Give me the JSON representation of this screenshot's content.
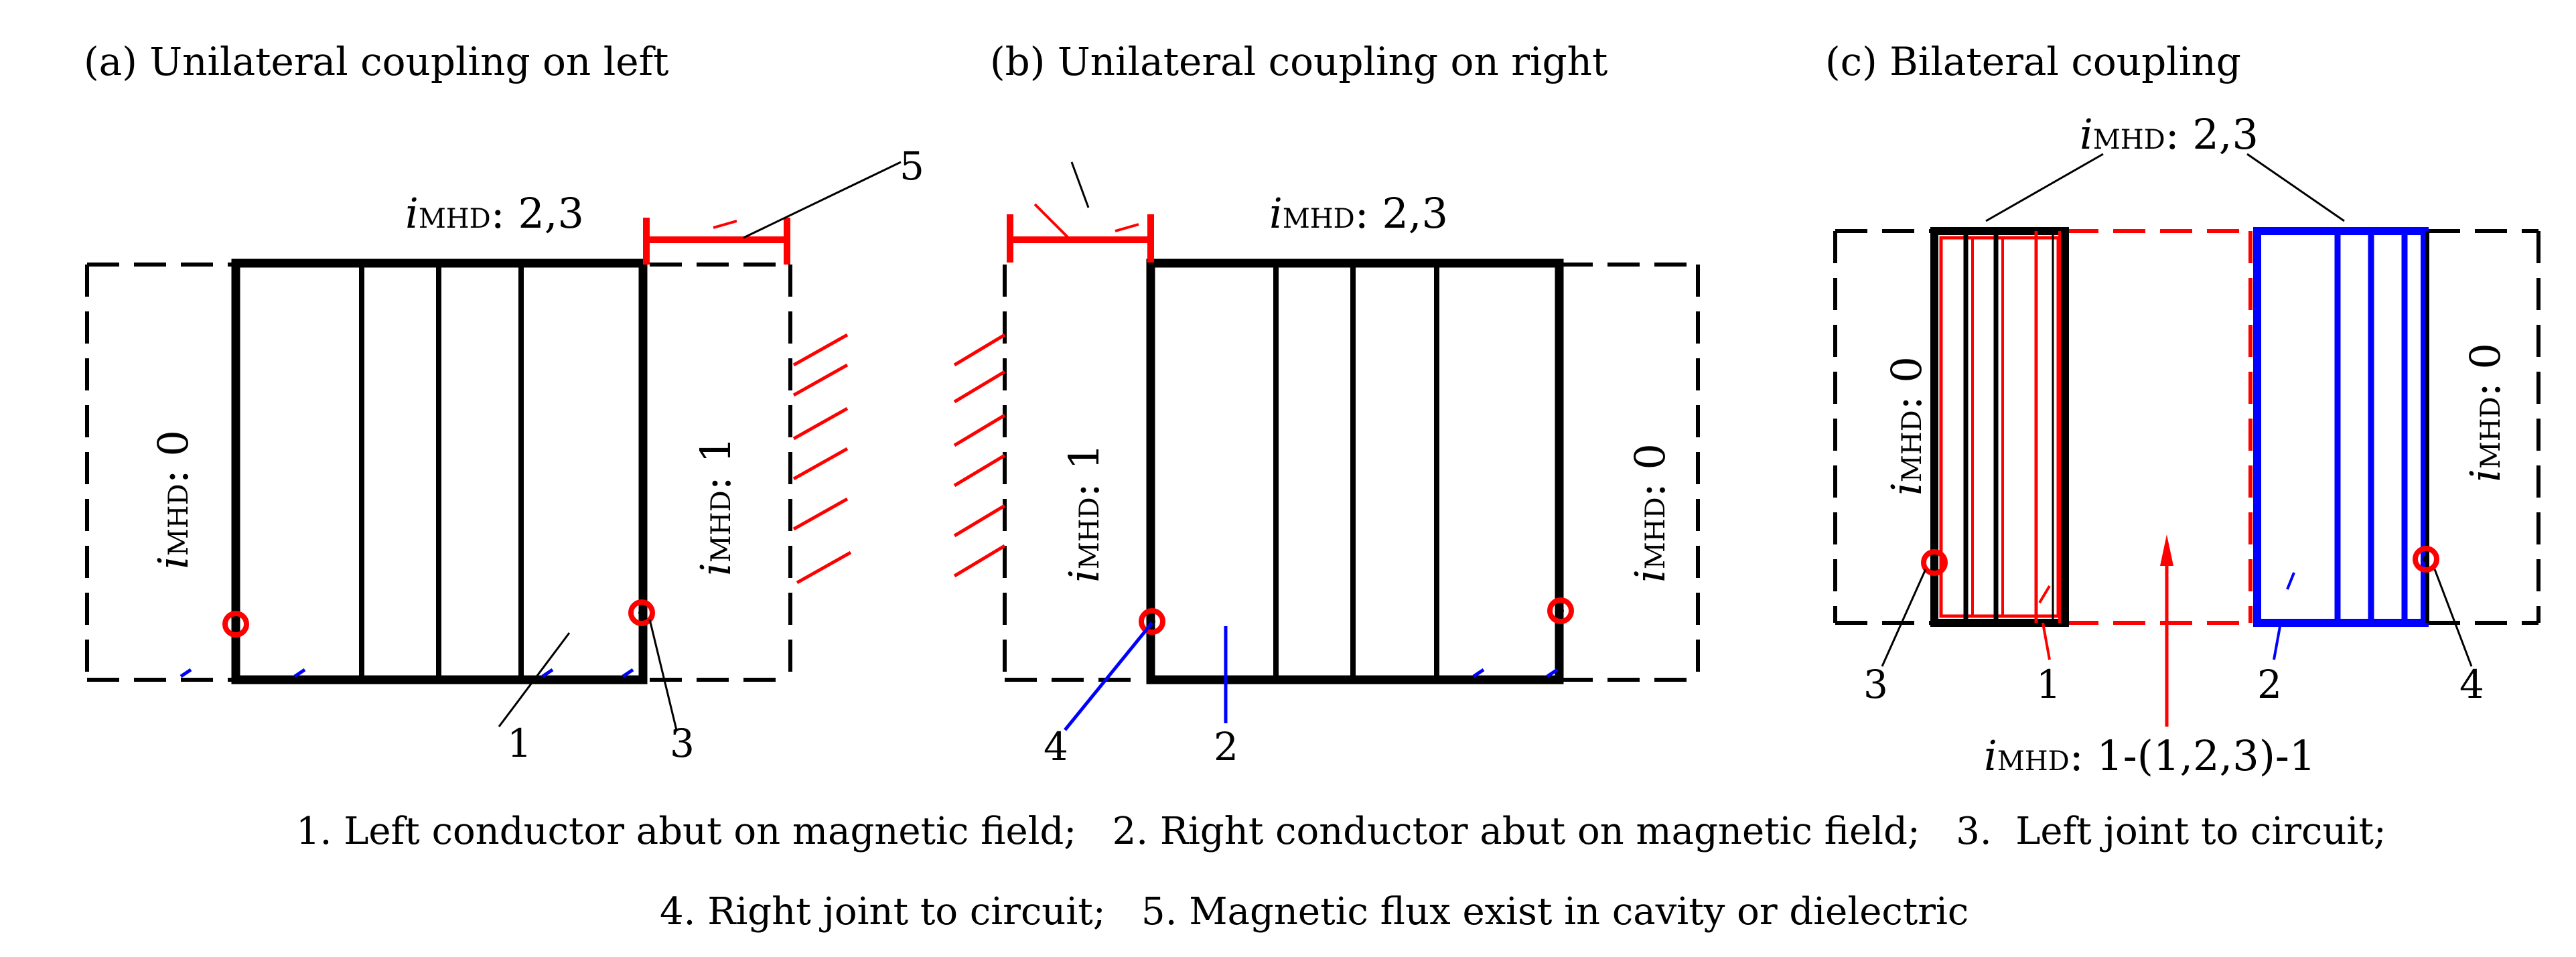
{
  "panels": [
    {
      "caption": "(a) Unilateral coupling on left"
    },
    {
      "caption": "(b) Unilateral coupling on right"
    },
    {
      "caption": "(c) Bilateral coupling"
    }
  ],
  "current_label": {
    "symbol": "i",
    "subscript": "MHD"
  },
  "labels": {
    "a_top": ": 2,3",
    "a_left": ": 0",
    "a_right": ": 1",
    "b_top": ": 2,3",
    "b_left": ": 1",
    "b_right": ": 0",
    "c_top": ": 2,3",
    "c_left": ": 0",
    "c_right": ": 0",
    "c_bottom": ": 1-(1,2,3)-1"
  },
  "callouts": {
    "n1": "1",
    "n2": "2",
    "n3": "3",
    "n4": "4",
    "n5": "5"
  },
  "legend": {
    "line1": "1. Left conductor abut on magnetic field;   2. Right conductor abut on magnetic field;   3.  Left joint to circuit;",
    "line2": "4. Right joint to circuit;   5. Magnetic flux exist in cavity or dielectric"
  },
  "colors": {
    "conductor": "#000000",
    "flux": "#ff0000",
    "right_conductor": "#0000ff"
  }
}
